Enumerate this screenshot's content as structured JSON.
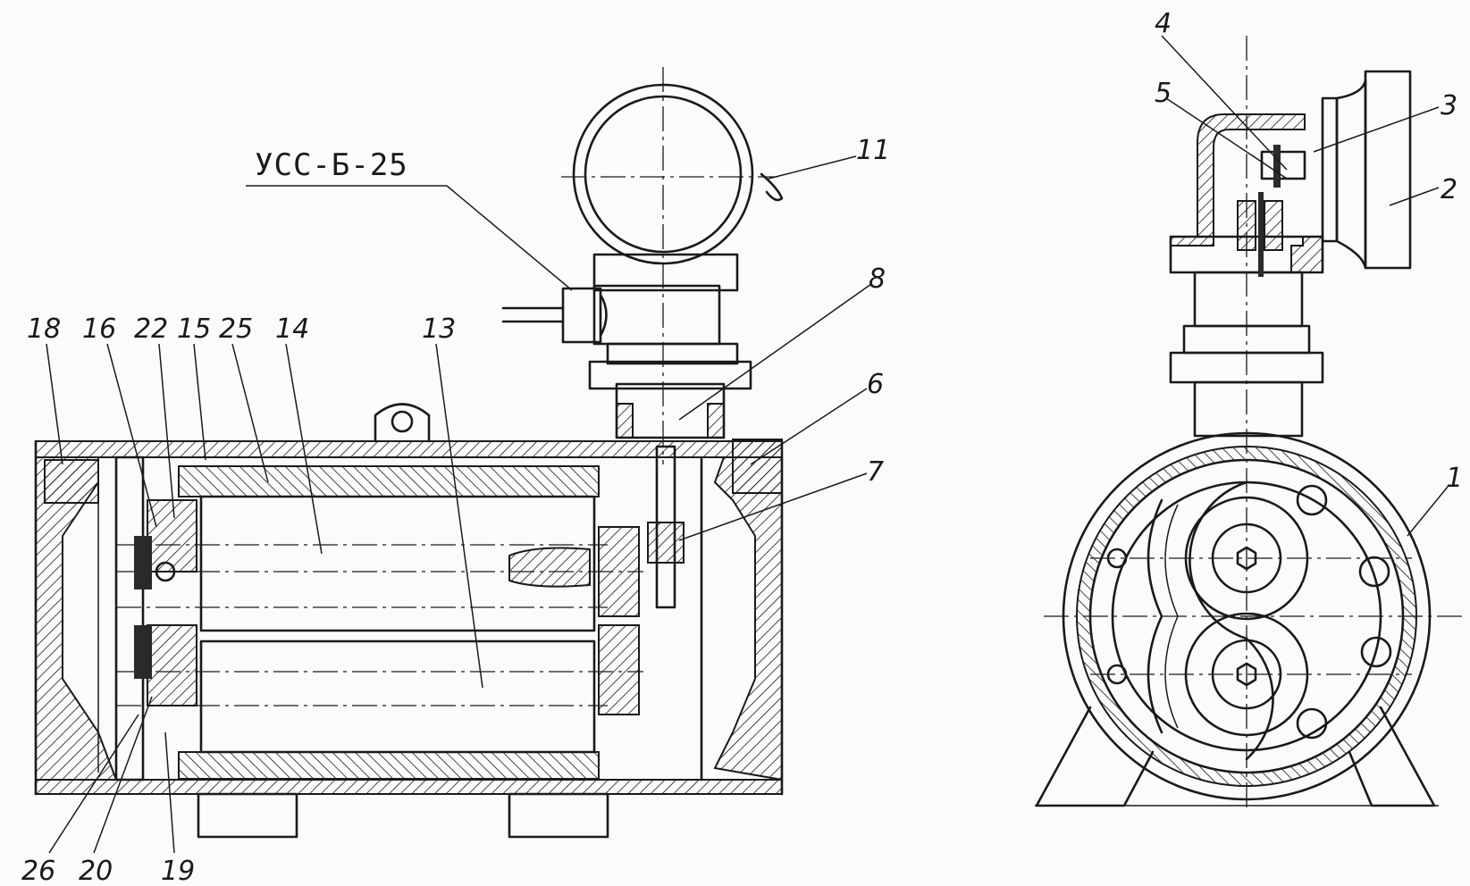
{
  "drawing": {
    "designation": "УСС-Б-25",
    "callouts": [
      "1",
      "2",
      "3",
      "4",
      "5",
      "6",
      "7",
      "8",
      "11",
      "13",
      "14",
      "15",
      "16",
      "18",
      "19",
      "20",
      "22",
      "25",
      "26"
    ]
  }
}
